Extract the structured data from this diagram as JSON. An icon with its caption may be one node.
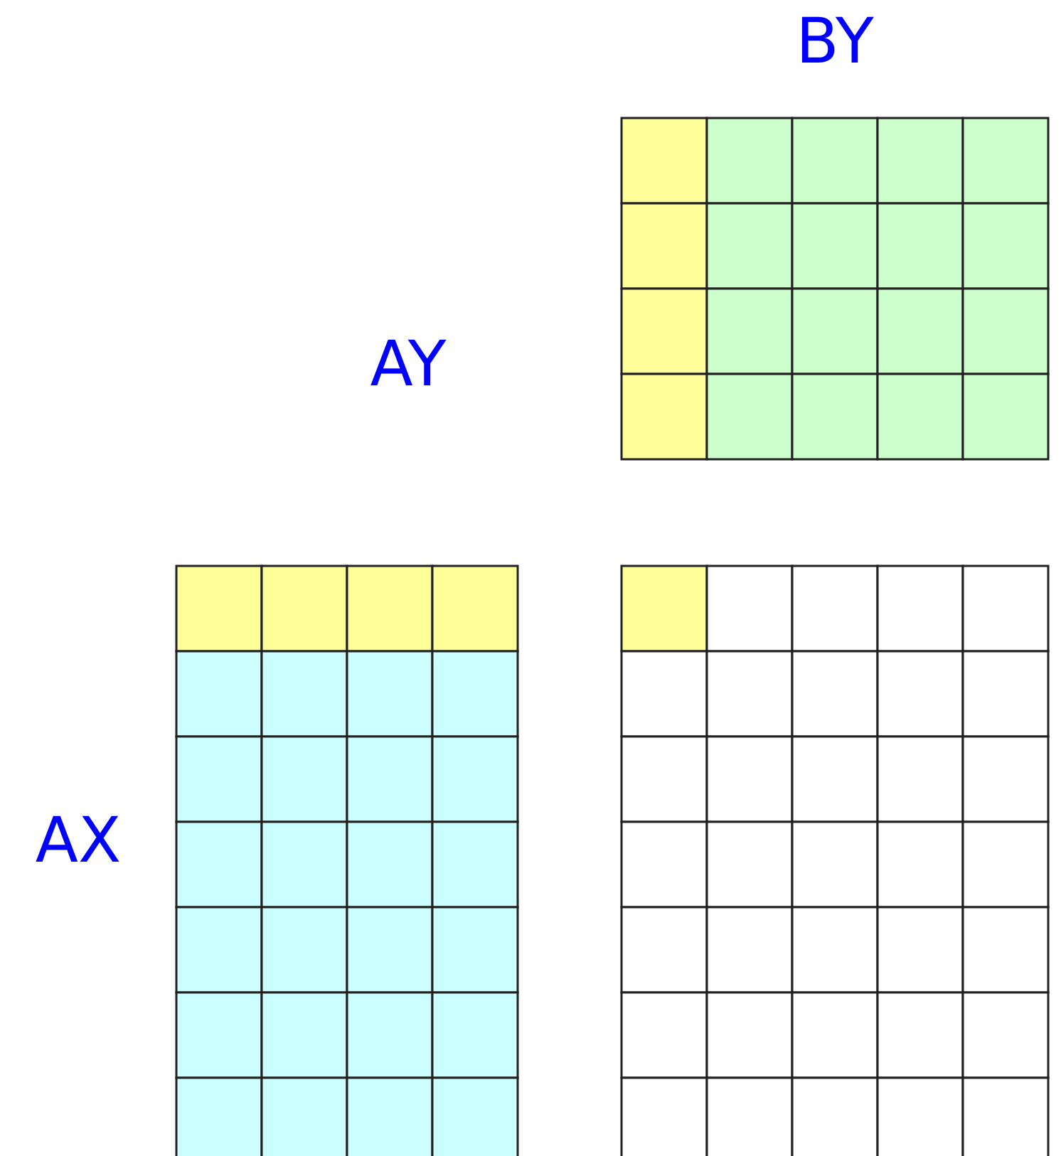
{
  "diagram": {
    "labels": [
      "BY",
      "AY",
      "AX"
    ]
  }
}
